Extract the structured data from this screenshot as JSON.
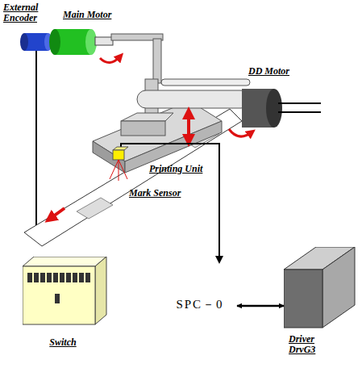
{
  "diagram": {
    "nodes": [
      {
        "text": [
          "Switch"
        ]
      },
      {
        "text": [
          "SPC－0"
        ]
      },
      {
        "text": [
          "Driver DrvG3"
        ]
      }
    ],
    "edges": [
      {
        "from": 1,
        "to": 2,
        "arrow": "both"
      }
    ],
    "labels": [
      "External Encoder",
      "Main Motor",
      "DD Motor",
      "Printing Unit",
      "Mark Sensor"
    ]
  }
}
